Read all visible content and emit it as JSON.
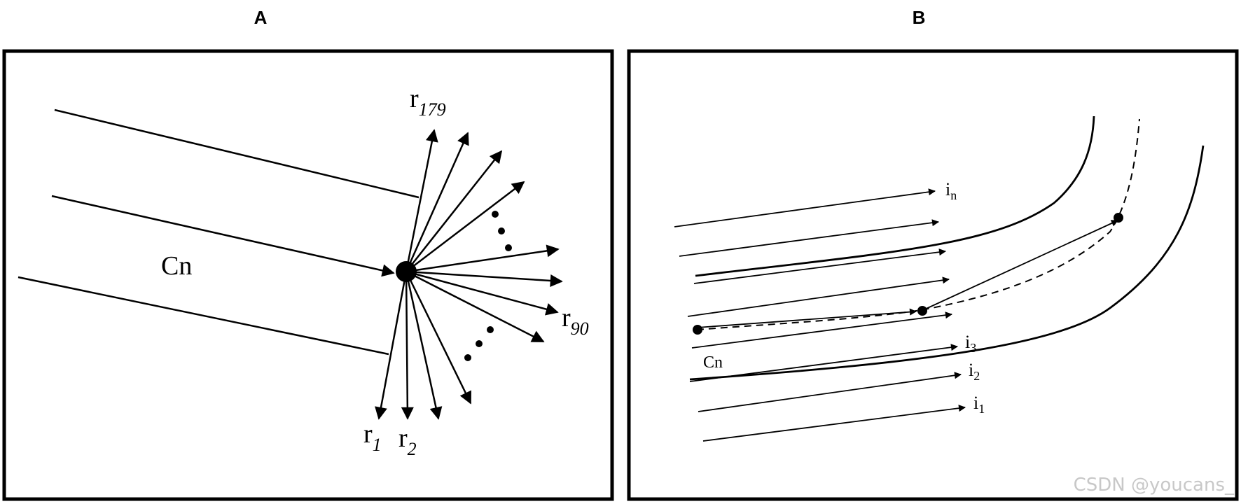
{
  "panel_a": {
    "letter": "A",
    "cn_label": "Cn",
    "labels": {
      "r179": {
        "base": "r",
        "sub": "179"
      },
      "r90": {
        "base": "r",
        "sub": "90"
      },
      "r1": {
        "base": "r",
        "sub": "1"
      },
      "r2": {
        "base": "r",
        "sub": "2"
      }
    }
  },
  "panel_b": {
    "letter": "B",
    "cn_label": "Cn",
    "labels": {
      "in": {
        "base": "i",
        "sub": "n"
      },
      "i3": {
        "base": "i",
        "sub": "3"
      },
      "i2": {
        "base": "i",
        "sub": "2"
      },
      "i1": {
        "base": "i",
        "sub": "1"
      }
    }
  },
  "watermark": "CSDN @youcans_"
}
